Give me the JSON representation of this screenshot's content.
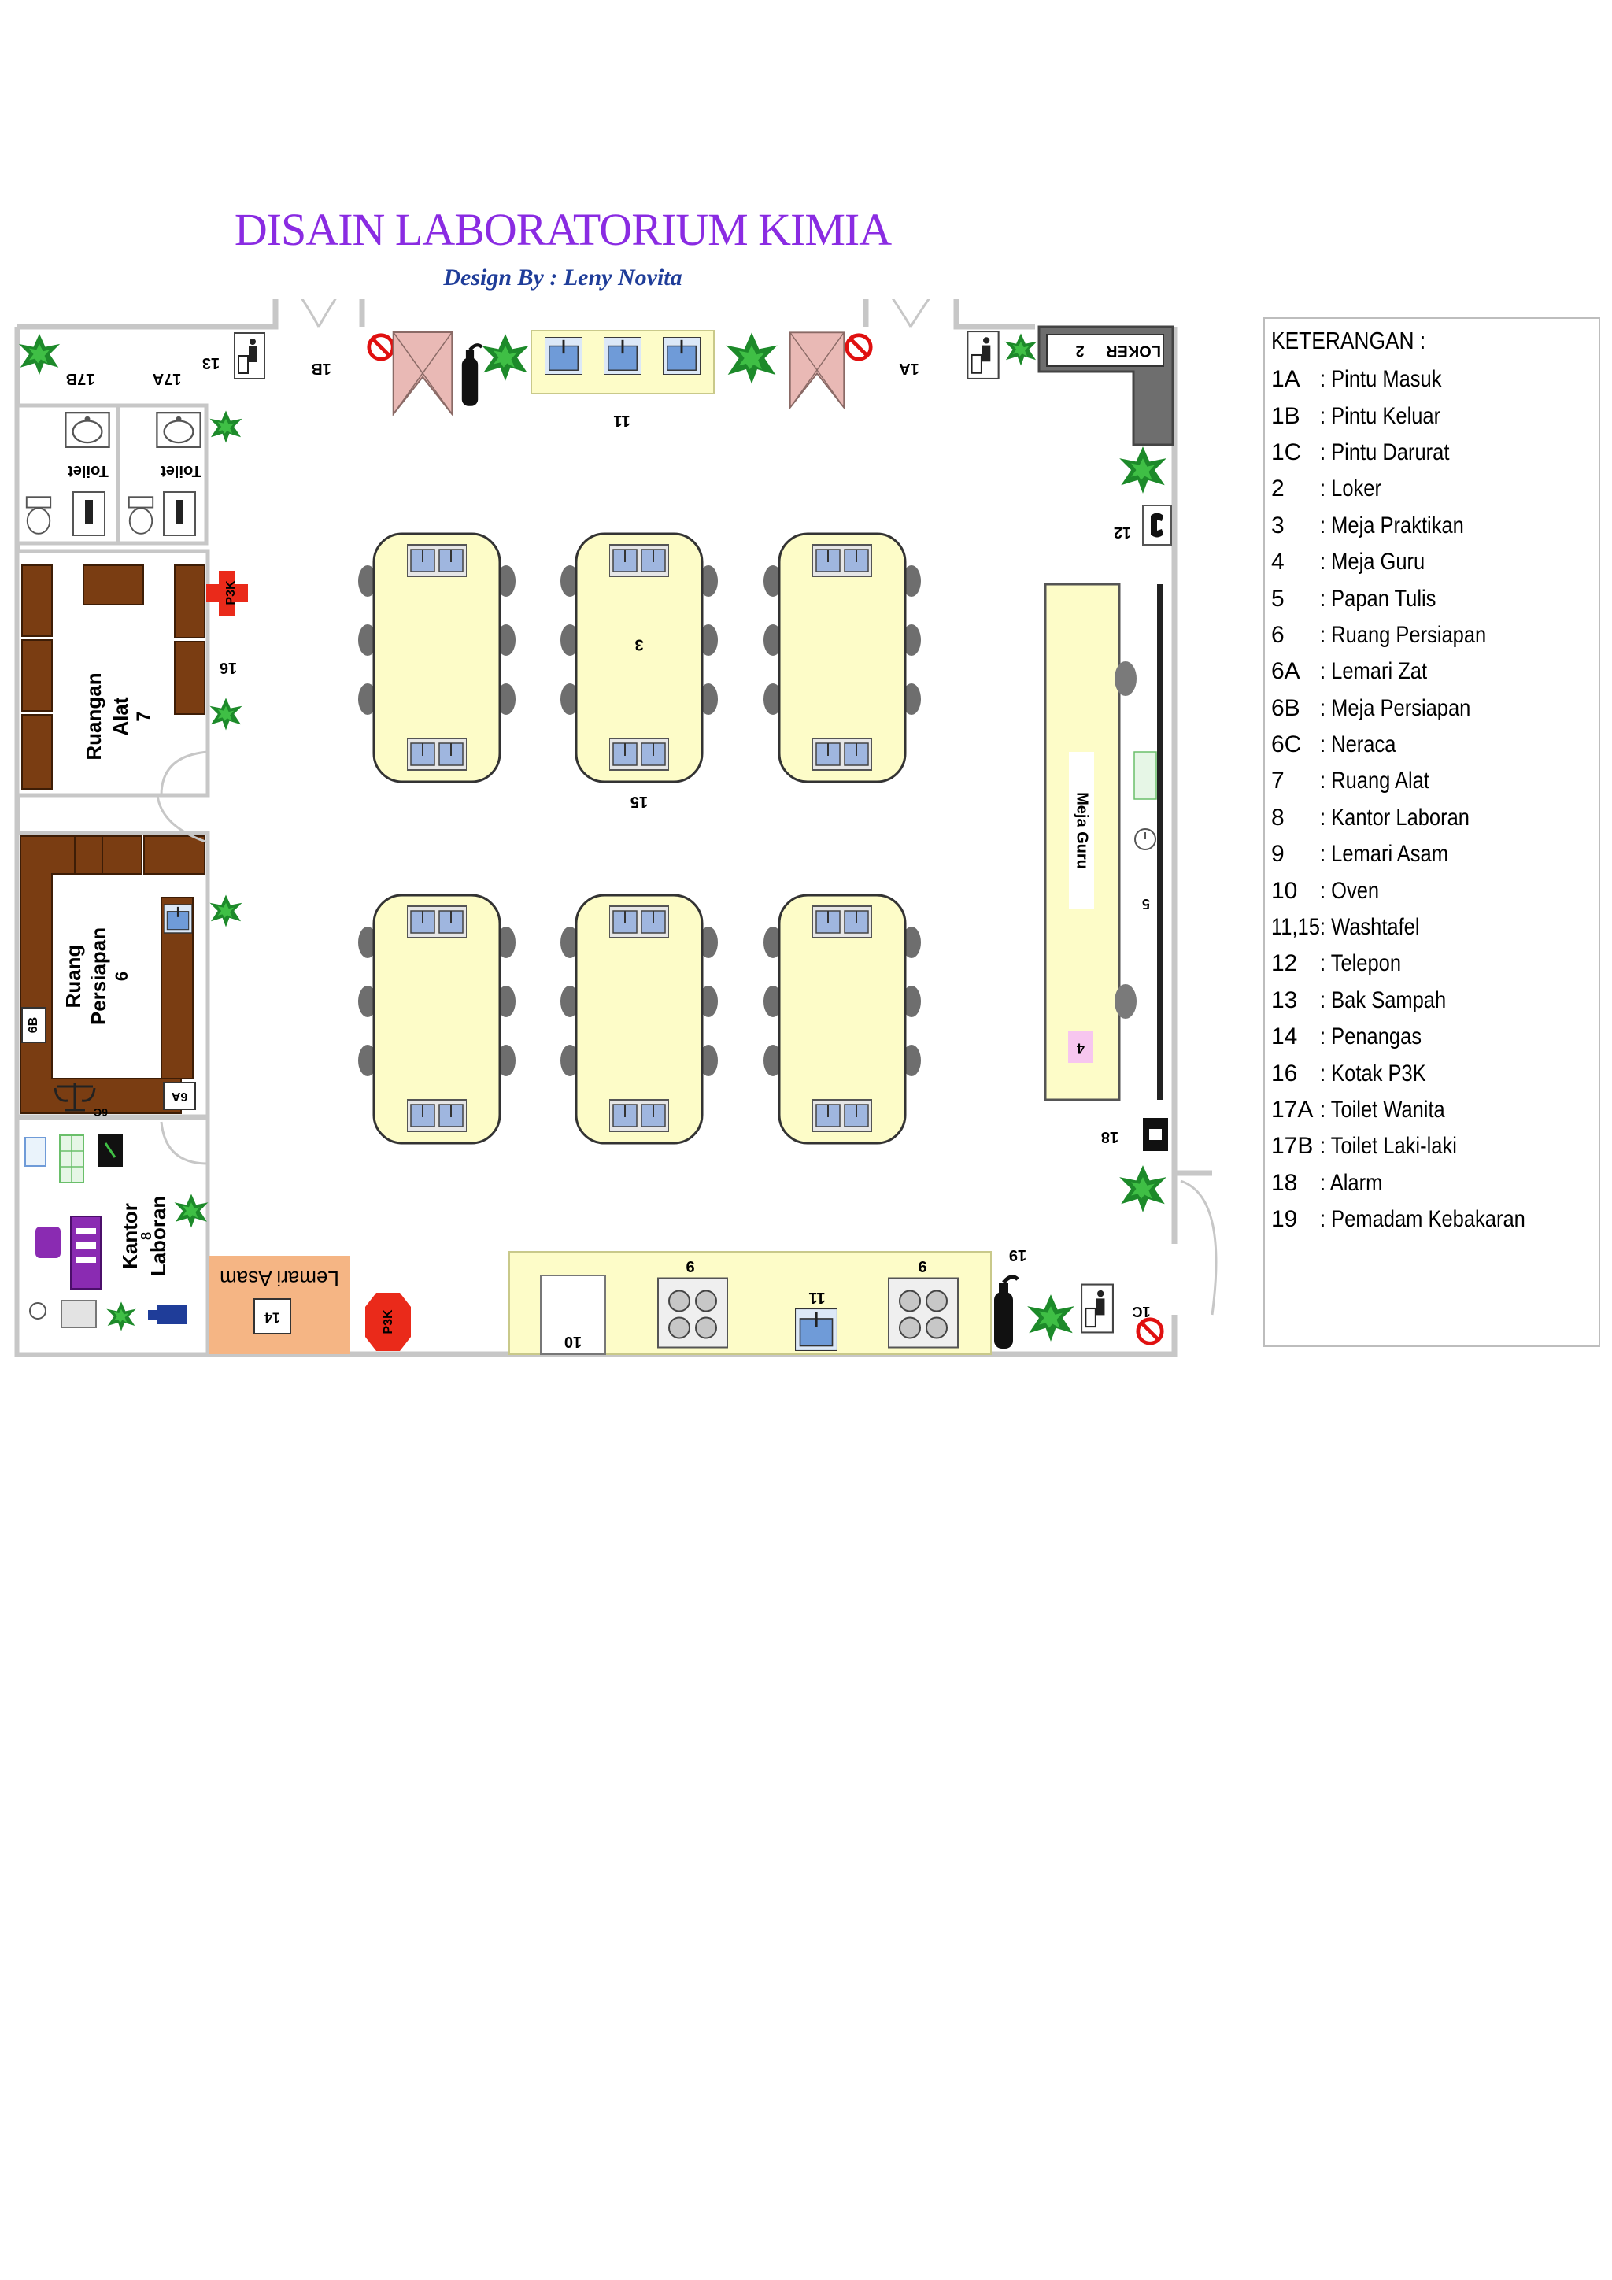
{
  "title": "DISAIN LABORATORIUM KIMIA",
  "subtitle": "Design By : Leny Novita",
  "colors": {
    "title": "#8a2be2",
    "subtitle": "#1f3d99",
    "wall": "#c7c7c7",
    "desk": "#fdfcc8",
    "furniture_brown": "#7a3d12",
    "plant": "#1d8a2a",
    "sink_blue": "#6f9bd8",
    "acid_cabinet": "#f5b584",
    "first_aid": "#ea2a1a"
  },
  "plan": {
    "rooms": {
      "toilet_a_label": "Toilet",
      "toilet_b_label": "Toilet",
      "ruang_alat_line1": "Ruangan",
      "ruang_alat_line2": "Alat",
      "ruang_alat_num": "7",
      "ruang_persiapan_line1": "Ruang",
      "ruang_persiapan_line2": "Persiapan",
      "ruang_persiapan_num": "6",
      "kantor_line1": "Kantor",
      "kantor_num": "8",
      "kantor_line2": "Laboran"
    },
    "labels": {
      "l17b": "17B",
      "l17a": "17A",
      "l13_top": "13",
      "l1b": "1B",
      "l11_top": "11",
      "l1a": "1A",
      "loker": "LOKER",
      "loker_num": "2",
      "l12": "12",
      "l16": "16",
      "pk_box": "P3K",
      "l3": "3",
      "l15": "15",
      "meja_guru": "Meja Guru",
      "l4": "4",
      "l5": "5",
      "l6b": "6B",
      "l6a": "6A",
      "l6c": "6C",
      "l18": "18",
      "l19": "19",
      "l1c": "1C",
      "lemari_asam": "Lemari Asam",
      "l14": "14",
      "pk_bottom": "P3K",
      "l10": "10",
      "l9a": "9",
      "l9b": "9",
      "l11_bottom": "11"
    }
  },
  "legend": {
    "title": "KETERANGAN :",
    "items": [
      {
        "code": "1A",
        "desc": ": Pintu Masuk"
      },
      {
        "code": "1B",
        "desc": ": Pintu Keluar"
      },
      {
        "code": "1C",
        "desc": ": Pintu Darurat"
      },
      {
        "code": "2",
        "desc": ": Loker"
      },
      {
        "code": "3",
        "desc": ": Meja Praktikan"
      },
      {
        "code": "4",
        "desc": ": Meja Guru"
      },
      {
        "code": "5",
        "desc": ": Papan Tulis"
      },
      {
        "code": "6",
        "desc": ": Ruang Persiapan"
      },
      {
        "code": "6A",
        "desc": ": Lemari Zat"
      },
      {
        "code": "6B",
        "desc": ": Meja Persiapan"
      },
      {
        "code": "6C",
        "desc": ": Neraca"
      },
      {
        "code": "7",
        "desc": ": Ruang Alat"
      },
      {
        "code": "8",
        "desc": ": Kantor Laboran"
      },
      {
        "code": "9",
        "desc": ": Lemari Asam"
      },
      {
        "code": "10",
        "desc": ": Oven"
      },
      {
        "code": "",
        "desc": "11,15: Washtafel"
      },
      {
        "code": "12",
        "desc": ": Telepon"
      },
      {
        "code": "13",
        "desc": ": Bak Sampah"
      },
      {
        "code": "14",
        "desc": ": Penangas"
      },
      {
        "code": "16",
        "desc": ": Kotak P3K"
      },
      {
        "code": "17A",
        "desc": ": Toilet Wanita"
      },
      {
        "code": "17B",
        "desc": ": Toilet Laki-laki"
      },
      {
        "code": "18",
        "desc": ": Alarm"
      },
      {
        "code": "19",
        "desc": ": Pemadam Kebakaran"
      }
    ]
  }
}
